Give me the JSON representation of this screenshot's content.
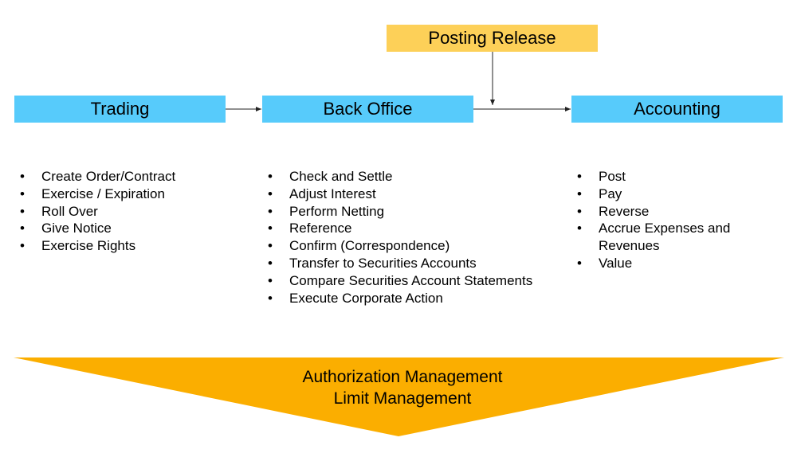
{
  "boxes": {
    "trading": "Trading",
    "back_office": "Back Office",
    "accounting": "Accounting",
    "posting_release": "Posting Release"
  },
  "lists": {
    "trading": [
      "Create Order/Contract",
      "Exercise / Expiration",
      "Roll Over",
      "Give Notice",
      "Exercise Rights"
    ],
    "back_office": [
      "Check and Settle",
      "Adjust Interest",
      "Perform Netting",
      "Reference",
      "Confirm (Correspondence)",
      "Transfer to Securities Accounts",
      "Compare Securities Account Statements",
      "Execute Corporate Action"
    ],
    "accounting": [
      "Post",
      "Pay",
      "Reverse",
      "Accrue Expenses and Revenues",
      "Value"
    ]
  },
  "bullet": "•",
  "banner": {
    "line1": "Authorization Management",
    "line2": "Limit Management"
  },
  "colors": {
    "process_box": "#57cbfb",
    "posting_box": "#fdd058",
    "banner": "#fbae00"
  }
}
